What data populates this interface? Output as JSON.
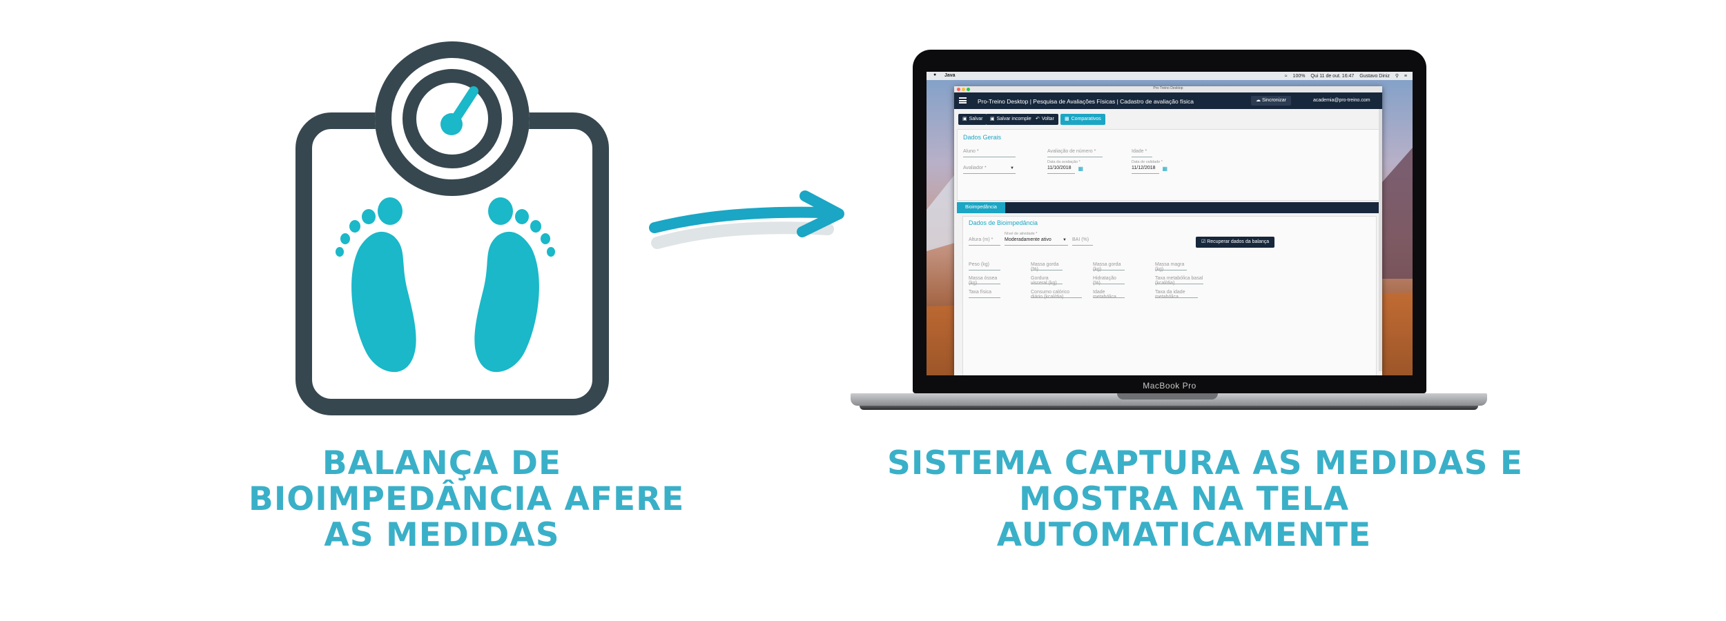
{
  "left_caption": {
    "line1": "BALANÇA DE",
    "line2": "BIOIMPEDÂNCIA AFERE",
    "line3": "AS MEDIDAS"
  },
  "right_caption": {
    "line1": "SISTEMA CAPTURA AS MEDIDAS E",
    "line2": "MOSTRA NA TELA",
    "line3": "AUTOMATICAMENTE"
  },
  "colors": {
    "accent": "#3ab0c8",
    "icon_dark": "#37474f",
    "feet": "#1ab8c8",
    "app_navy": "#17273c",
    "app_cyan": "#1aa6c4"
  },
  "laptop": {
    "brand": "MacBook Pro"
  },
  "menubar": {
    "app_name": "Java",
    "battery": "100%",
    "datetime": "Qui 11 de out. 16:47",
    "user": "Gustavo Diniz"
  },
  "app": {
    "window_title": "Pro-Treino Desktop",
    "header_title": "Pro-Treino Desktop | Pesquisa de Avaliações Físicas | Cadastro de avaliação física",
    "sync_label": "Sincronizar",
    "user_email": "academia@pro-treino.com",
    "toolbar": {
      "save": "Salvar",
      "save_incomplete": "Salvar incompleto",
      "back": "Voltar",
      "compare": "Comparativos"
    },
    "general": {
      "title": "Dados Gerais",
      "aluno": "Aluno *",
      "avaliacao_numero": "Avaliação de número *",
      "idade": "Idade *",
      "avaliador": "Avaliador *",
      "data_avaliacao_label": "Data da avaliação *",
      "data_avaliacao": "11/10/2018",
      "data_validade_label": "Data de validade *",
      "data_validade": "11/12/2018"
    },
    "tab": "Bioimpedância",
    "bio": {
      "title": "Dados de Bioimpedância",
      "altura": "Altura (m) *",
      "nivel_label": "Nível de atividade *",
      "nivel_value": "Moderadamente ativo",
      "bai": "BAI (%)",
      "recover": "Recuperar dados da balança",
      "fields_row1": [
        "Peso (kg)",
        "Massa gorda (%)",
        "Massa gorda (kg)",
        "Massa magra (kg)"
      ],
      "fields_row2": [
        "Massa óssea (kg)",
        "Gordura visceral (kg)",
        "Hidratação (%)",
        "Taxa metabólica basal (kcal/dia)"
      ],
      "fields_row3": [
        "Taxa física",
        "Consumo calórico diário (kcal/dia)",
        "Idade metabólica",
        "Taxa da idade metabólica"
      ]
    }
  }
}
